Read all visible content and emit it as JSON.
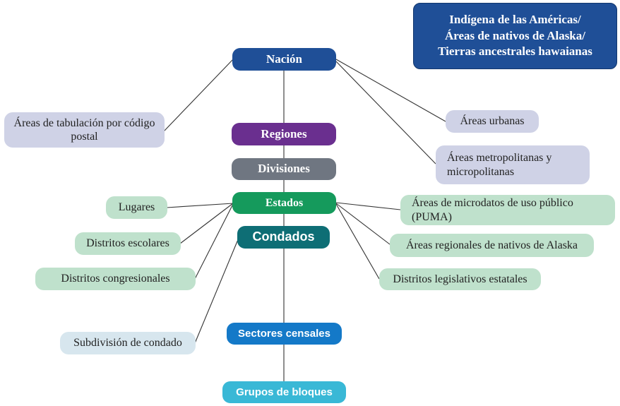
{
  "title": {
    "lines": [
      "Indígena de las Américas/",
      "Áreas de nativos de Alaska/",
      "Tierras ancestrales hawaianas"
    ],
    "color": "#1f4f97"
  },
  "spine": [
    {
      "label": "Nación",
      "color": "#1f4f97"
    },
    {
      "label": "Regiones",
      "color": "#6a2f8f"
    },
    {
      "label": "Divisiones",
      "color": "#6f7681"
    },
    {
      "label": "Estados",
      "color": "#159a5c"
    },
    {
      "label": "Condados",
      "color": "#0e6e75"
    },
    {
      "label": "Sectores censales",
      "color": "#1479c8"
    },
    {
      "label": "Grupos de bloques",
      "color": "#39b8d6"
    }
  ],
  "nacion_left": [
    "Áreas de tabulación por código postal"
  ],
  "nacion_right": [
    "Áreas urbanas",
    "Áreas metropolitanas y micropolitanas"
  ],
  "estados_left": [
    "Lugares",
    "Distritos escolares",
    "Distritos congresionales"
  ],
  "estados_right": [
    "Áreas de microdatos de uso público (PUMA)",
    "Áreas regionales de nativos de Alaska",
    "Distritos legislativos estatales"
  ],
  "condados_left": [
    "Subdivisión de condado"
  ]
}
